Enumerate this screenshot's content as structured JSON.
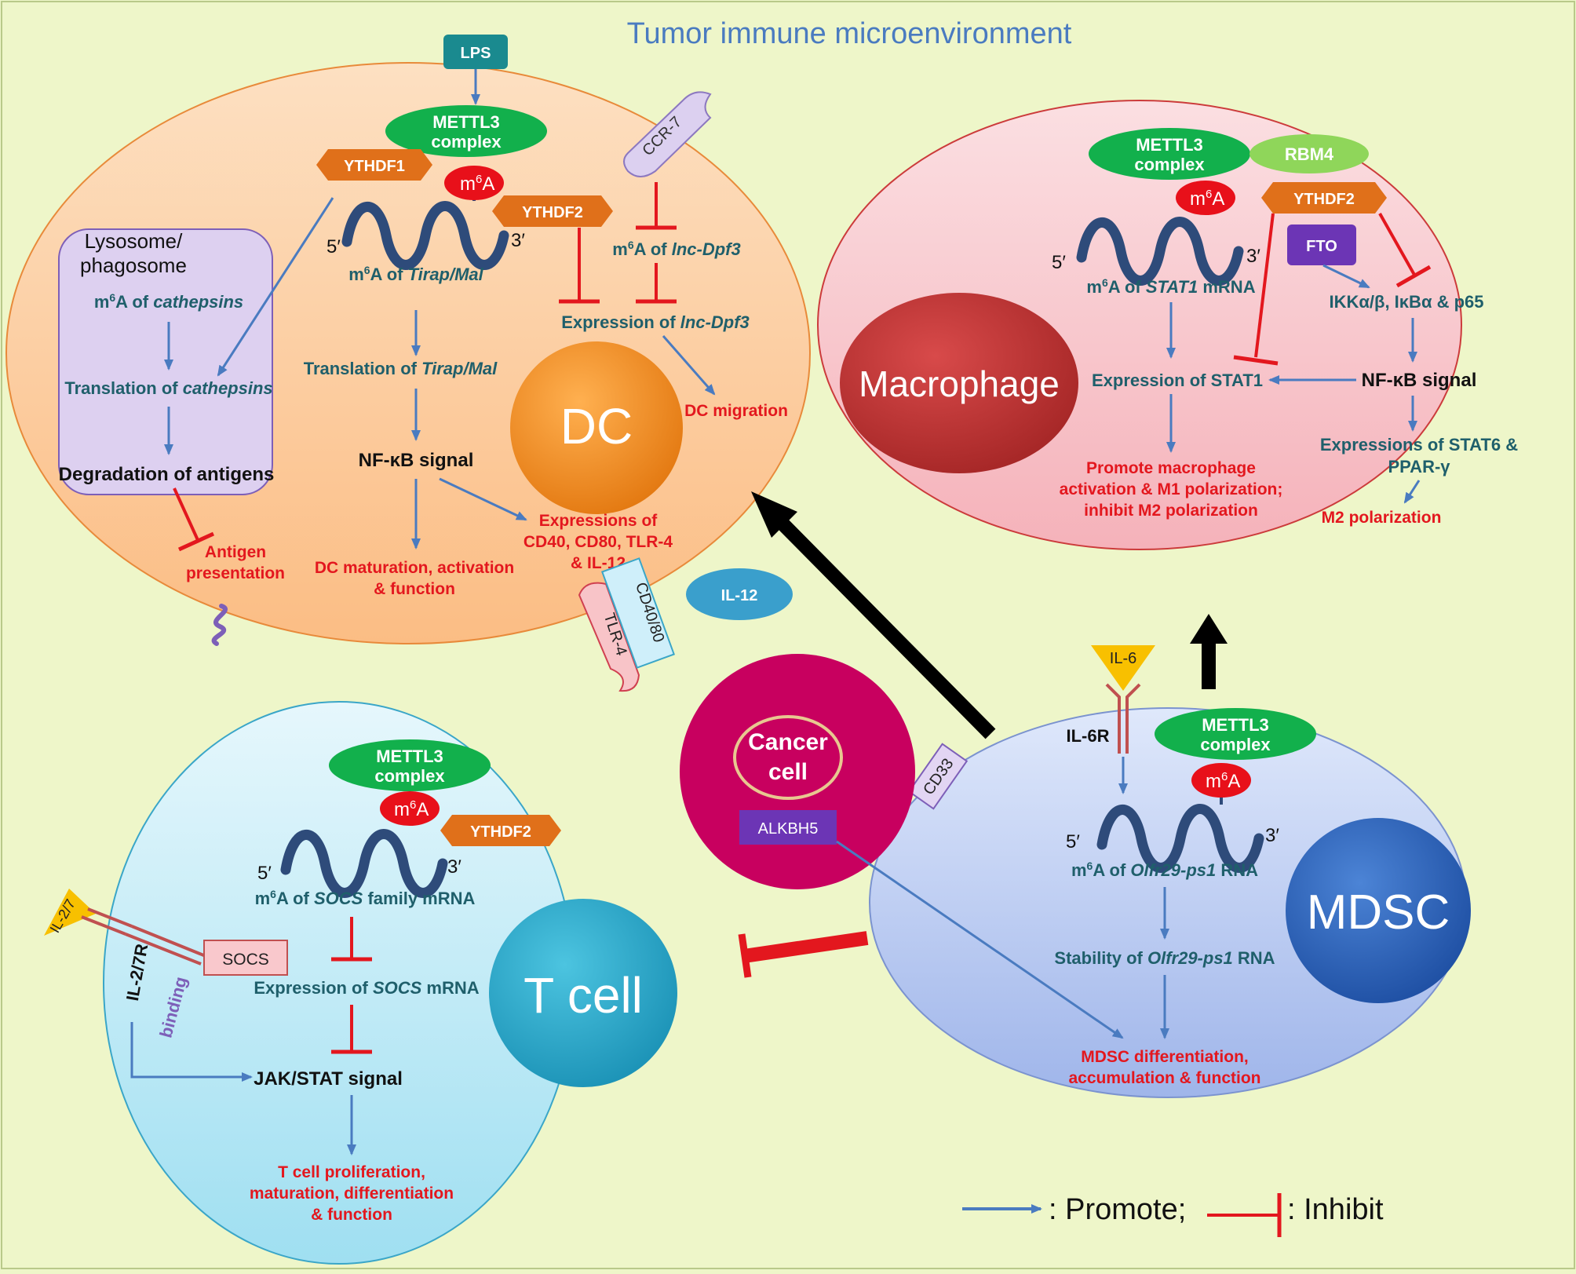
{
  "title": "Tumor immune microenvironment",
  "lps": "LPS",
  "dc": {
    "cell_label": "DC",
    "mettl3": [
      "METTL3",
      "complex"
    ],
    "ythdf1": "YTHDF1",
    "ythdf2": "YTHDF2",
    "m6a_base": "m",
    "m6a_sup": "6",
    "m6a_tail": "A",
    "five_prime": "5′",
    "three_prime": "3′",
    "m6a_of": "A of ",
    "tirap": "Tirap/Mal",
    "translation_of": "Translation of ",
    "nfkb": "NF-κB signal",
    "dc_maturation": [
      "DC maturation, activation",
      "& function"
    ],
    "expressions": [
      "Expressions of",
      "CD40, CD80, TLR-4",
      "& IL-12"
    ],
    "ccr7": "CCR-7",
    "lnc": "lnc-Dpf3",
    "expression_of": "Expression of ",
    "dc_migration": "DC migration",
    "lysosome": [
      "Lysosome/",
      "phagosome"
    ],
    "cathepsins": "cathepsins",
    "degradation": "Degradation of antigens",
    "antigen": [
      "Antigen",
      "presentation"
    ],
    "tlr4": "TLR-4",
    "cd4080": "CD40/80",
    "il12": "IL-12"
  },
  "macrophage": {
    "cell_label": "Macrophage",
    "mettl3": [
      "METTL3",
      "complex"
    ],
    "rbm4": "RBM4",
    "ythdf2": "YTHDF2",
    "fto": "FTO",
    "stat1_italic": "STAT1",
    "mrna": " mRNA",
    "ikk": "IKKα/β, IκBα & p65",
    "expr_stat1": "Expression of STAT1",
    "nfkb": "NF-κB signal",
    "m1": [
      "Promote macrophage",
      "activation & M1 polarization;",
      "inhibit M2 polarization"
    ],
    "stat6": [
      "Expressions of STAT6 &",
      "PPAR-γ"
    ],
    "m2": "M2 polarization"
  },
  "tcell": {
    "cell_label": "T cell",
    "mettl3": [
      "METTL3",
      "complex"
    ],
    "ythdf2": "YTHDF2",
    "socs_italic": "SOCS",
    "family_mrna": " family mRNA",
    "mrna": " mRNA",
    "socs_box": "SOCS",
    "il27": "IL-2/7",
    "il27r": "IL-2/7R",
    "binding": "binding",
    "jak": "JAK/STAT signal",
    "outcome": [
      "T cell proliferation,",
      "maturation, differentiation",
      "& function"
    ]
  },
  "mdsc": {
    "cell_label": "MDSC",
    "mettl3": [
      "METTL3",
      "complex"
    ],
    "il6": "IL-6",
    "il6r": "IL-6R",
    "olfr": "Olfr29-ps1",
    "rna": " RNA",
    "stability_of": "Stability of ",
    "outcome": [
      "MDSC differentiation,",
      "accumulation & function"
    ],
    "cd33": "CD33"
  },
  "cancer": {
    "label": [
      "Cancer",
      "cell"
    ],
    "alkbh5": "ALKBH5"
  },
  "legend": {
    "promote": ": Promote;",
    "inhibit": ": Inhibit"
  },
  "colors": {
    "background": "#eef6c9",
    "dc_fill": "#fcc99a",
    "macrophage_fill": "#f9cbd0",
    "tcell_fill": "#c6ecf6",
    "mdsc_fill": "#c3d2f2",
    "promote_arrow": "#4a7bc0",
    "inhibit_bar": "#e3171e",
    "mettl3_green": "#12b04c",
    "ythdf_orange": "#e0701a",
    "m6a_red": "#e8101a",
    "cancer_magenta": "#c8005f",
    "title_blue": "#4a7bc0"
  }
}
